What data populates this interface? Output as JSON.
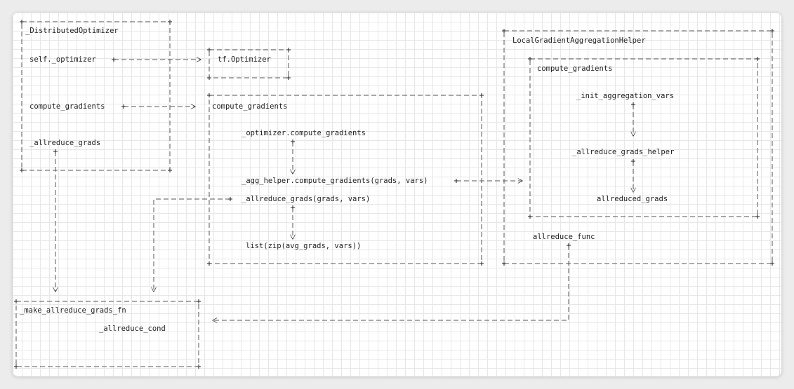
{
  "boxes": {
    "distributed_optimizer": {
      "title": "_DistributedOptimizer",
      "items": [
        "self._optimizer",
        "compute_gradients",
        "_allreduce_grads"
      ]
    },
    "tf_optimizer": {
      "title": "tf.Optimizer"
    },
    "compute_gradients_box": {
      "title": "compute_gradients",
      "items": [
        "_optimizer.compute_gradients",
        "_agg_helper.compute_gradients(grads, vars)",
        "_allreduce_grads(grads, vars)",
        "list(zip(avg_grads, vars))"
      ]
    },
    "local_helper": {
      "title": "LocalGradientAggregationHelper",
      "inner_title": "compute_gradients",
      "items": [
        "_init_aggregation_vars",
        "_allreduce_grads_helper",
        "allreduced_grads"
      ],
      "footer": "allreduce_func"
    },
    "make_allreduce": {
      "title": "_make_allreduce_grads_fn",
      "items": [
        "_allreduce_cond"
      ]
    }
  },
  "colors": {
    "line": "#555555",
    "text": "#222222",
    "grid": "#e7e7e7",
    "background": "#ffffff"
  }
}
